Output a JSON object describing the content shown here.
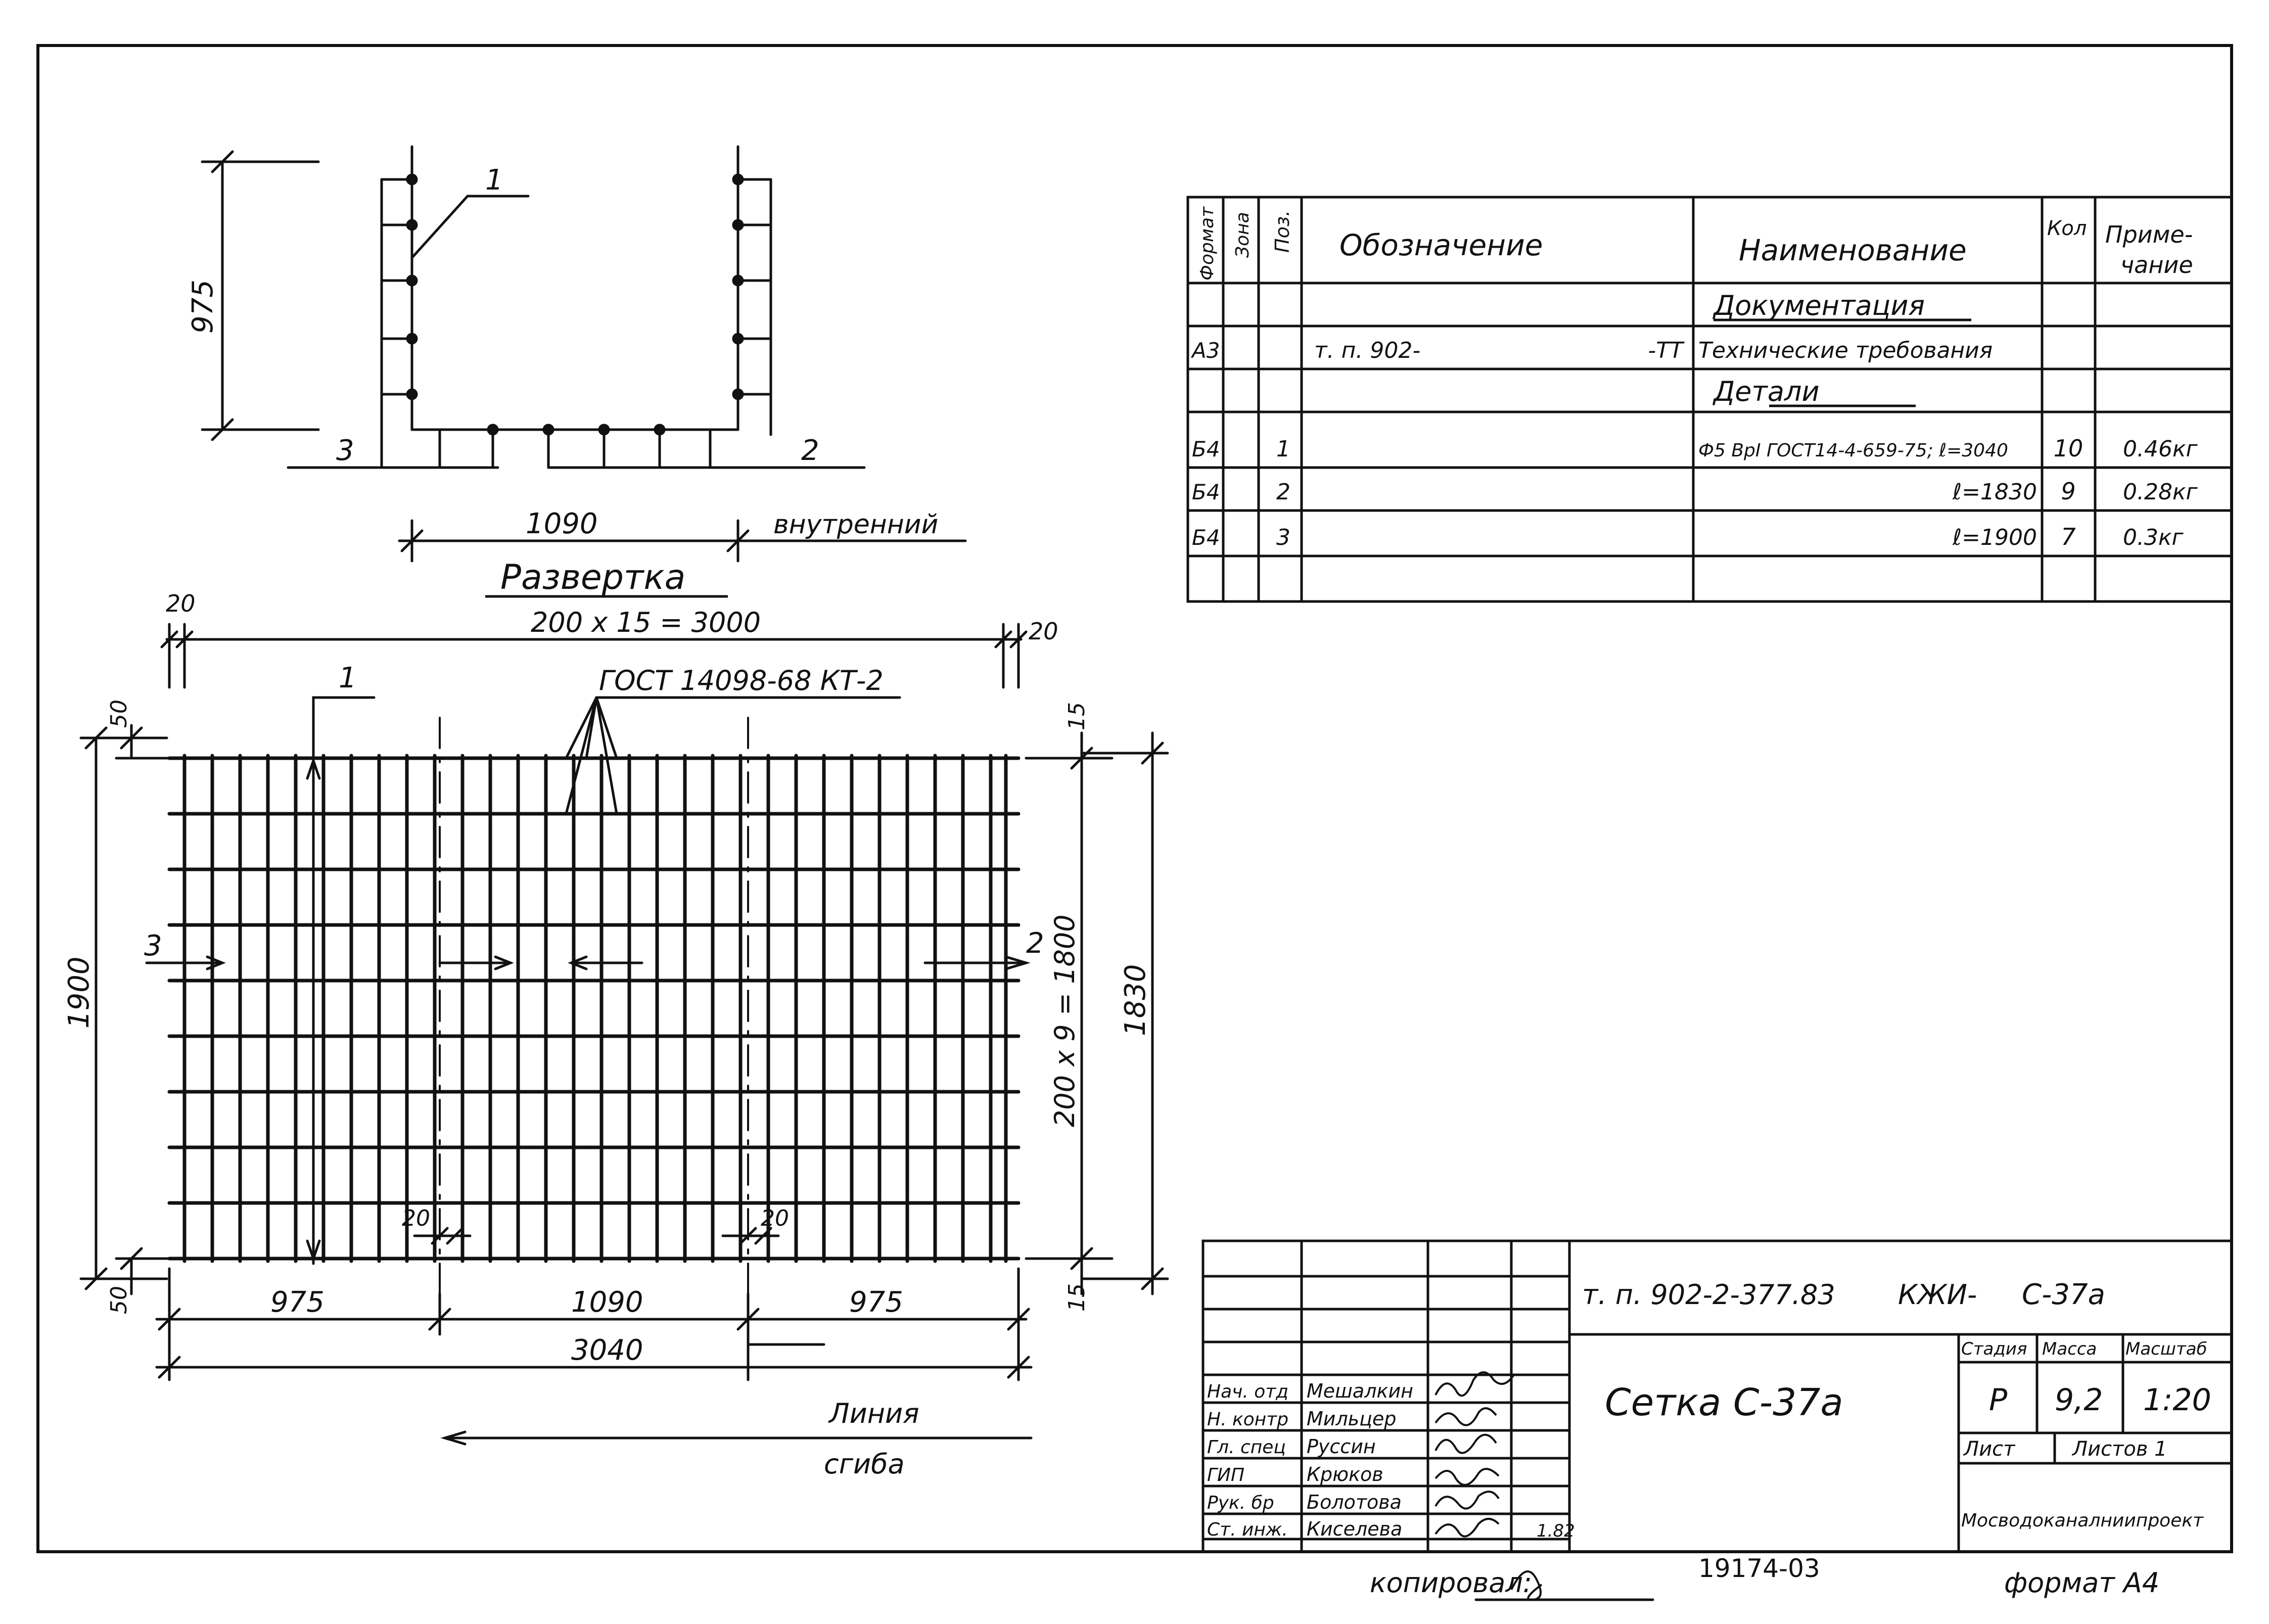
{
  "palette": {
    "ink": "#111111",
    "paper": "#ffffff"
  },
  "top_view": {
    "pos_label": "1",
    "height_dim": "975",
    "label_left": "3",
    "label_right": "2",
    "width_dim": "1090",
    "width_note": "внутренний"
  },
  "unfold": {
    "title": "Развертка",
    "edge_left": "20",
    "edge_right": "20",
    "top_dim": "200 x 15 = 3000",
    "gost": "ГОСТ 14098-68 КТ-2",
    "pos1": "1",
    "top_margin_left": "50",
    "top_margin_right": "15",
    "left_height": "1900",
    "mid_label_left": "3",
    "mid_label_right": "2",
    "right_inner_dim": "200 x 9 = 1800",
    "right_outer_dim": "1830",
    "gap_a": "20",
    "gap_b": "20",
    "bottom_margin_left": "50",
    "bottom_margin_right": "15",
    "seg1": "975",
    "seg2": "1090",
    "seg3": "975",
    "total": "3040",
    "bend_line": "Линия",
    "bend_line2": "сгиба"
  },
  "spec": {
    "headers": {
      "format": "Формат",
      "zone": "Зона",
      "pos": "Поз.",
      "designation": "Обозначение",
      "name": "Наименование",
      "qty": "Кол",
      "note": "Приме-чание"
    },
    "rows": [
      {
        "format": "",
        "pos": "",
        "designation": "",
        "designation_suffix": "",
        "name": "Документация",
        "qty": "",
        "note": "",
        "underline": true
      },
      {
        "format": "А3",
        "pos": "",
        "designation": "т. п. 902-",
        "designation_suffix": "-ТТ",
        "name": "Технические требования",
        "qty": "",
        "note": "",
        "underline": false
      },
      {
        "format": "",
        "pos": "",
        "designation": "",
        "designation_suffix": "",
        "name": "Детали",
        "qty": "",
        "note": "",
        "underline": true
      },
      {
        "format": "Б4",
        "pos": "1",
        "designation": "",
        "designation_suffix": "",
        "name": "Ф5 ВрI ГОСТ14-4-659-75; ℓ=3040",
        "qty": "10",
        "note": "0.46кг",
        "underline": false
      },
      {
        "format": "Б4",
        "pos": "2",
        "designation": "",
        "designation_suffix": "",
        "name": "ℓ=1830",
        "qty": "9",
        "note": "0.28кг",
        "underline": false
      },
      {
        "format": "Б4",
        "pos": "3",
        "designation": "",
        "designation_suffix": "",
        "name": "ℓ=1900",
        "qty": "7",
        "note": "0.3кг",
        "underline": false
      },
      {
        "format": "",
        "pos": "",
        "designation": "",
        "designation_suffix": "",
        "name": "",
        "qty": "",
        "note": "",
        "underline": false
      }
    ]
  },
  "title_block": {
    "code": "т. п. 902-2-377.83",
    "code2": "КЖИ-",
    "code3": "С-37а",
    "title": "Сетка  С-37а",
    "stage_label": "Стадия",
    "mass_label": "Масса",
    "scale_label": "Масштаб",
    "stage": "Р",
    "mass": "9,2",
    "scale": "1:20",
    "sheet_label": "Лист",
    "sheets_label": "Листов 1",
    "org": "Мосводоканалниипроект",
    "people": [
      {
        "role": "Нач. отд",
        "name": "Мешалкин"
      },
      {
        "role": "Н. контр",
        "name": "Мильцер"
      },
      {
        "role": "Гл. спец",
        "name": "Руссин"
      },
      {
        "role": "ГИП",
        "name": "Крюков"
      },
      {
        "role": "Рук. бр",
        "name": "Болотова"
      },
      {
        "role": "Ст. инж.",
        "name": "Киселева"
      }
    ],
    "sign_date": "1.82"
  },
  "footer": {
    "copied": "копировал:",
    "inv": "19174-03",
    "format": "формат А4"
  }
}
